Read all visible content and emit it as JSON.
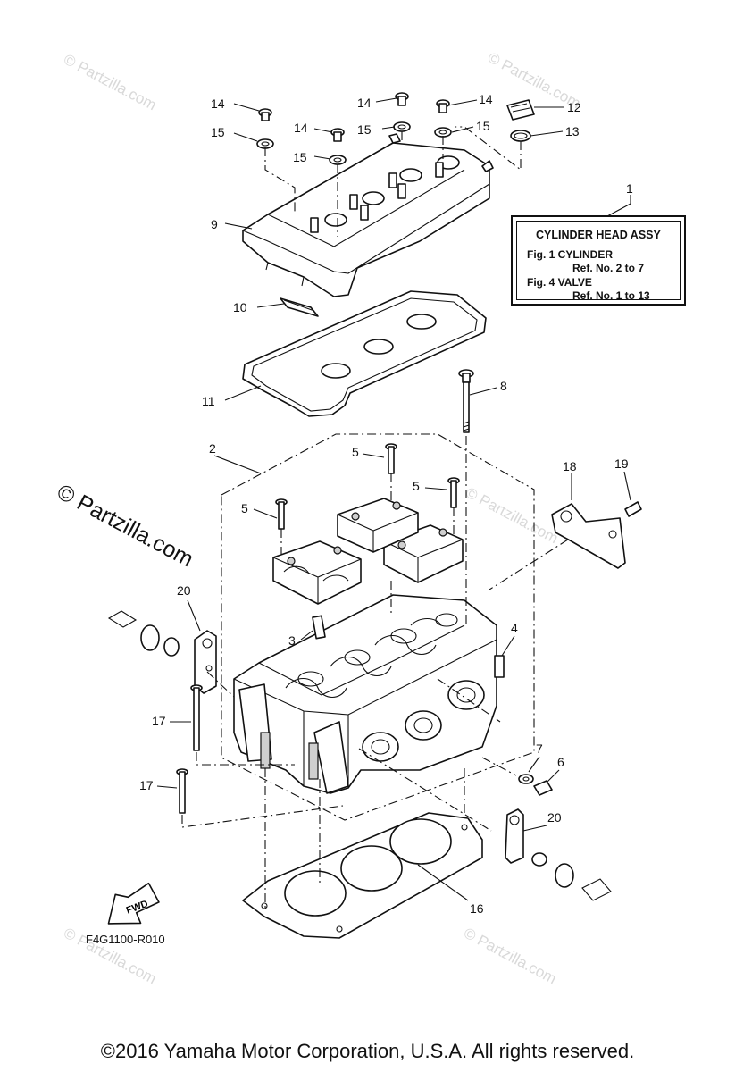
{
  "assy_box": {
    "title": "CYLINDER HEAD ASSY",
    "line1": "Fig. 1 CYLINDER",
    "line2": "Ref. No. 2 to 7",
    "line3": "Fig. 4 VALVE",
    "line4": "Ref. No. 1 to 13"
  },
  "callouts": [
    "14",
    "14",
    "14",
    "14",
    "15",
    "15",
    "15",
    "15",
    "12",
    "13",
    "9",
    "10",
    "11",
    "1",
    "8",
    "2",
    "5",
    "5",
    "5",
    "18",
    "19",
    "20",
    "3",
    "4",
    "17",
    "17",
    "7",
    "6",
    "20",
    "16"
  ],
  "watermark": {
    "small": "© Partzilla.com",
    "large": "© Partzilla.com"
  },
  "fwd_label": "FWD",
  "figure_code": "F4G1100-R010",
  "copyright": "©2016  Yamaha Motor Corporation, U.S.A. All rights reserved."
}
